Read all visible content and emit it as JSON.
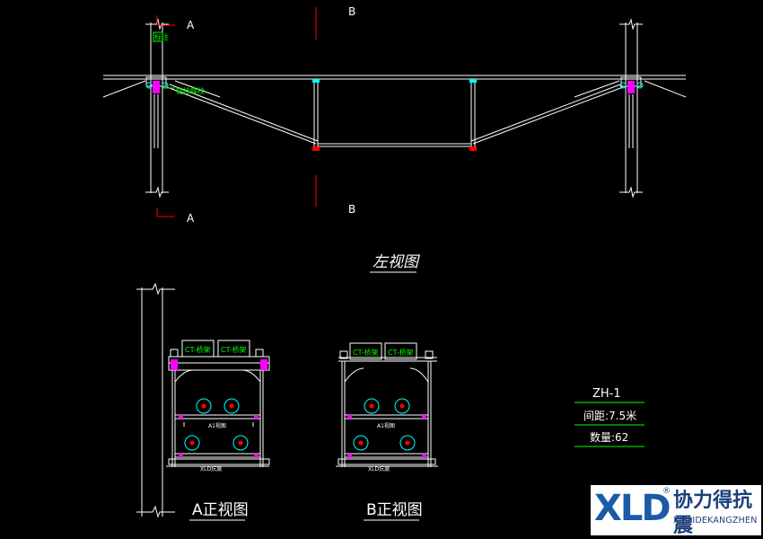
{
  "labels": {
    "section_a": "A",
    "section_b": "B",
    "left_view": "左视图",
    "front_view_a": "A正视图",
    "front_view_b": "B正视图"
  },
  "callouts": {
    "ct_tray": "CT-桥架",
    "cable_note_top": "标注",
    "cable_note_mid": "锚栓螺栓",
    "pipe_note_a": "A1视图",
    "bottom_note": "XLD抗震",
    "pipe_note_b": "A1视图"
  },
  "info": {
    "code": "ZH-1",
    "spacing": "间距:7.5米",
    "quantity": "数量:62"
  },
  "logo": {
    "mark": "XLD",
    "registered": "®",
    "name_cn": "协力得抗震",
    "name_en": "XIELIDEKANGZHEN"
  },
  "colors": {
    "background": "#000000",
    "line": "#ffffff",
    "section_mark": "#ff0000",
    "callout": "#00ff00",
    "pipe": "#00ffff",
    "accent": "#ff00ff"
  }
}
